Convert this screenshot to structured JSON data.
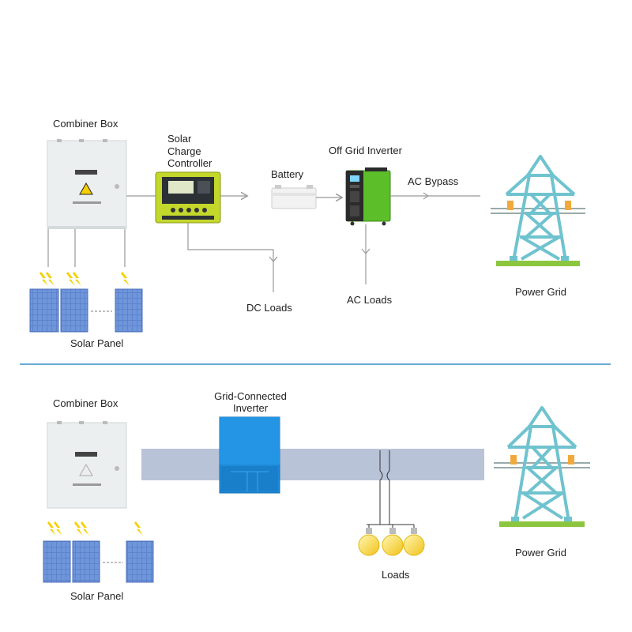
{
  "top_system": {
    "combiner_box_label": "Combiner Box",
    "charge_controller_label": [
      "Solar",
      "Charge",
      "Controller"
    ],
    "battery_label": "Battery",
    "off_grid_inverter_label": "Off Grid Inverter",
    "ac_bypass_label": "AC Bypass",
    "dc_loads_label": "DC Loads",
    "ac_loads_label": "AC Loads",
    "power_grid_label": "Power Grid",
    "solar_panel_label": "Solar Panel"
  },
  "bottom_system": {
    "combiner_box_label": "Combiner Box",
    "inverter_label": [
      "Grid-Connected",
      "Inverter"
    ],
    "loads_label": "Loads",
    "power_grid_label": "Power Grid",
    "solar_panel_label": "Solar Panel"
  },
  "colors": {
    "divider": "#3a8fc7",
    "line": "#999999",
    "tower": "#6fc3cf",
    "ground": "#8cc63f",
    "insulator": "#f2a93b",
    "bus_bar": "#b9c3d8",
    "inverter_blue": "#1d8ad9",
    "panel_blue": "#5a7fc9",
    "bulb": "#f7d23c",
    "controller_green": "#c3d82b",
    "inverter_green": "#5cbf2a"
  }
}
